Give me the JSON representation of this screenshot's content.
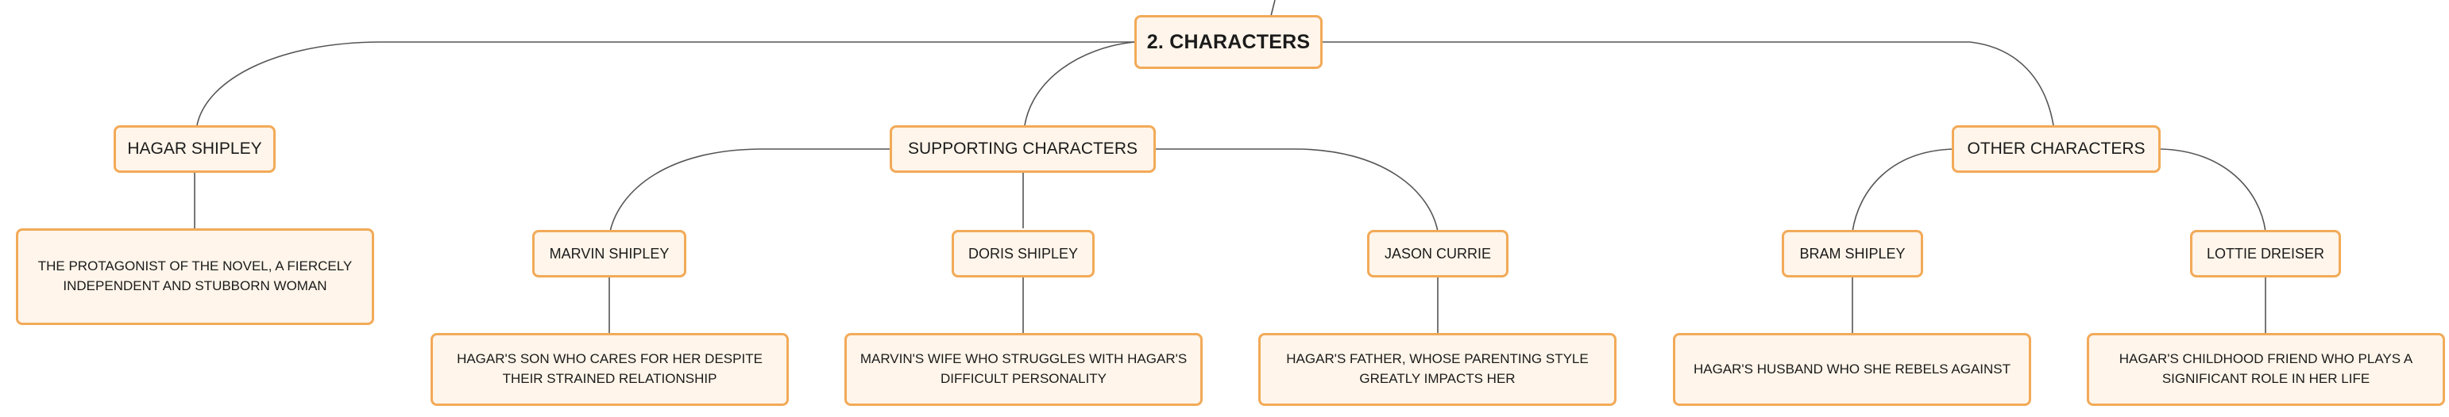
{
  "diagram": {
    "root": {
      "label": "2. CHARACTERS"
    },
    "categories": [
      {
        "label": "HAGAR SHIPLEY",
        "description": "THE PROTAGONIST OF THE NOVEL, A FIERCELY INDEPENDENT AND STUBBORN WOMAN"
      },
      {
        "label": "SUPPORTING CHARACTERS",
        "children": [
          {
            "label": "MARVIN SHIPLEY",
            "description": "HAGAR'S SON WHO CARES FOR HER DESPITE THEIR STRAINED RELATIONSHIP"
          },
          {
            "label": "DORIS SHIPLEY",
            "description": "MARVIN'S WIFE WHO STRUGGLES WITH HAGAR'S DIFFICULT PERSONALITY"
          },
          {
            "label": "JASON CURRIE",
            "description": "HAGAR'S FATHER, WHOSE PARENTING STYLE GREATLY IMPACTS HER"
          }
        ]
      },
      {
        "label": "OTHER CHARACTERS",
        "children": [
          {
            "label": "BRAM SHIPLEY",
            "description": "HAGAR'S HUSBAND WHO SHE REBELS AGAINST"
          },
          {
            "label": "LOTTIE DREISER",
            "description": "HAGAR'S CHILDHOOD FRIEND WHO PLAYS A SIGNIFICANT ROLE IN HER LIFE"
          }
        ]
      }
    ],
    "colors": {
      "node_border": "#f2aa58",
      "node_fill": "#fff5ea",
      "connector": "#555555",
      "text": "#1b1b1b"
    }
  }
}
